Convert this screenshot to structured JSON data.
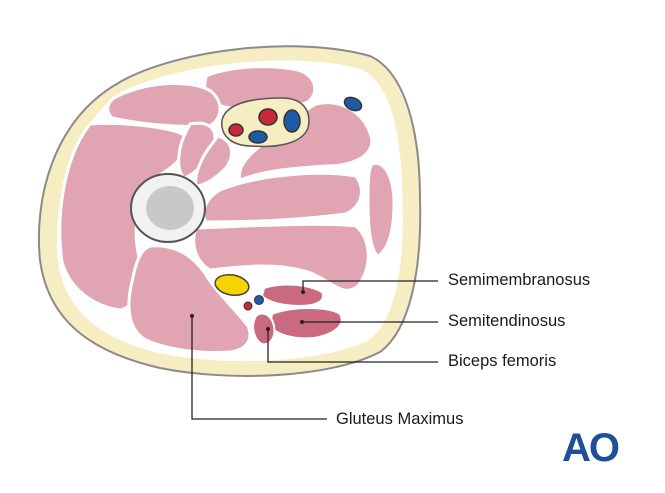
{
  "labels": {
    "semimembranosus": "Semimembranosus",
    "semitendinosus": "Semitendinosus",
    "biceps_femoris": "Biceps femoris",
    "gluteus_maximus": "Gluteus Maximus"
  },
  "logo": {
    "text": "AO"
  },
  "colors": {
    "skin_fat": "#f7edc3",
    "outline": "#8a8a8a",
    "muscle": "#e1a4b3",
    "muscle_dark": "#c96a80",
    "bone_outer": "#f2f2f2",
    "bone_inner": "#c8c8c8",
    "artery": "#c8283a",
    "vein": "#1f5aa6",
    "nerve": "#f5d400",
    "brand": "#1f4e9a"
  }
}
